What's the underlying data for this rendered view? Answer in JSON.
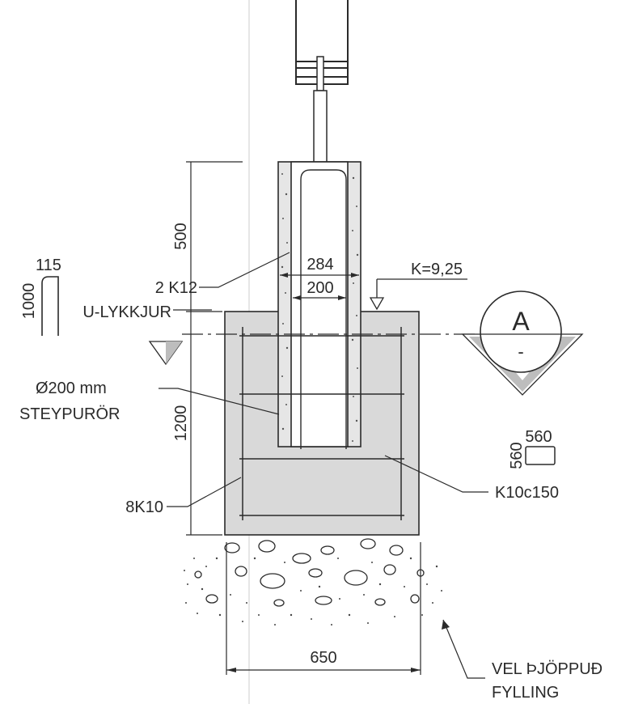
{
  "dimensions": {
    "collar_height": "500",
    "footing_height": "1200",
    "footing_width": "650",
    "tube_outer": "284",
    "tube_inner": "200",
    "stirrup_width": "115",
    "stirrup_height": "1000",
    "grid_width": "560",
    "grid_height": "560"
  },
  "labels": {
    "top_bars": "2 K12",
    "loops": "U-LYKKJUR",
    "tube_diameter": "Ø200 mm",
    "tube_material": "STEYPURÖR",
    "vertical_bars": "8K10",
    "mesh": "K10c150",
    "elevation": "K=9,25",
    "section_letter": "A",
    "section_sub": "-",
    "fill_line1": "VEL ÞJÖPPUÐ",
    "fill_line2": "FYLLING"
  },
  "colors": {
    "concrete": "#d9d9d9",
    "line": "#2a2a2a",
    "triangle_fill": "#bdbdbd"
  }
}
